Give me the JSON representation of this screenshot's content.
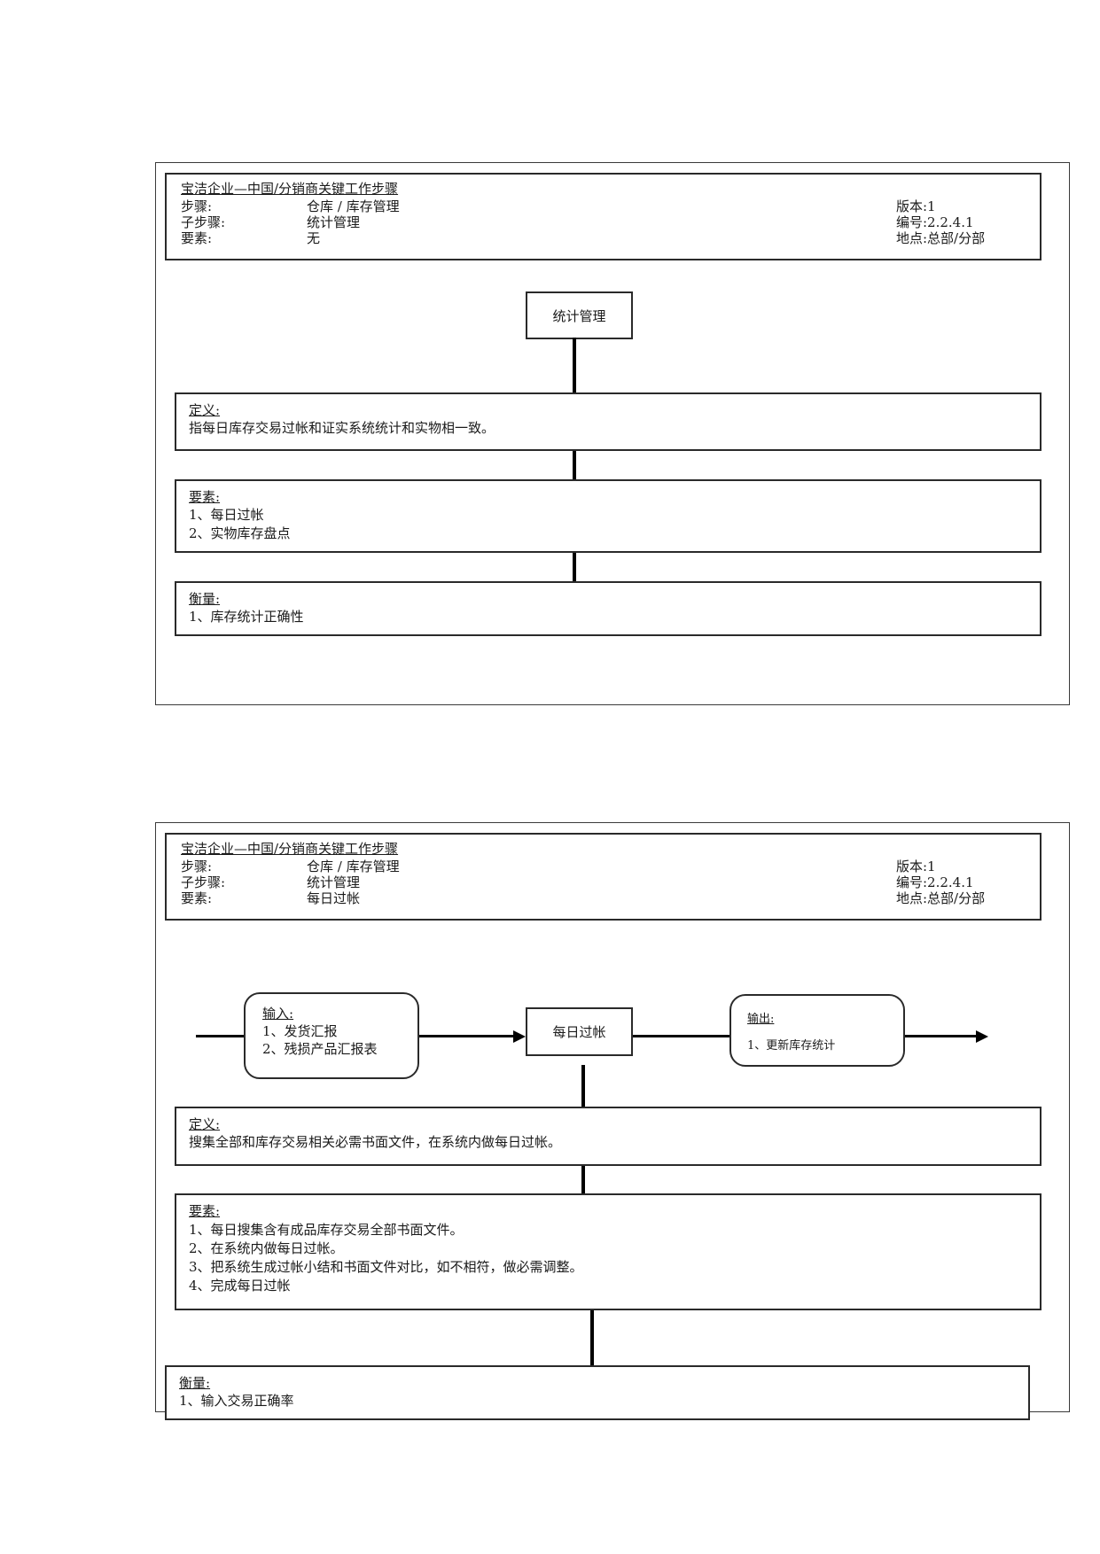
{
  "sheet1": {
    "header": {
      "title": "宝洁企业—中国/分销商关键工作步骤",
      "step_label": "步骤:",
      "step_value": "仓库 / 库存管理",
      "substep_label": "子步骤:",
      "substep_value": "统计管理",
      "element_label": "要素:",
      "element_value": "无",
      "version": "版本:1",
      "code": "编号:2.2.4.1",
      "location": "地点:总部/分部"
    },
    "node_label": "统计管理",
    "definition": {
      "title": "定义:",
      "lines": [
        "指每日库存交易过帐和证实系统统计和实物相一致。"
      ]
    },
    "elements": {
      "title": "要素:",
      "lines": [
        "1、每日过帐",
        "2、实物库存盘点"
      ]
    },
    "measure": {
      "title": "衡量:",
      "lines": [
        "1、库存统计正确性"
      ]
    }
  },
  "sheet2": {
    "header": {
      "title": "宝洁企业—中国/分销商关键工作步骤",
      "step_label": "步骤:",
      "step_value": "仓库 / 库存管理",
      "substep_label": "子步骤:",
      "substep_value": "统计管理",
      "element_label": "要素:",
      "element_value": "每日过帐",
      "version": "版本:1",
      "code": "编号:2.2.4.1",
      "location": "地点:总部/分部"
    },
    "input": {
      "title": "输入:",
      "lines": [
        "1、发货汇报",
        "2、残损产品汇报表"
      ]
    },
    "node_label": "每日过帐",
    "output": {
      "title": "输出:",
      "lines": [
        "1、更新库存统计"
      ]
    },
    "definition": {
      "title": "定义:",
      "lines": [
        "搜集全部和库存交易相关必需书面文件，在系统内做每日过帐。"
      ]
    },
    "elements": {
      "title": "要素:",
      "lines": [
        "1、每日搜集含有成品库存交易全部书面文件。",
        "2、在系统内做每日过帐。",
        "3、把系统生成过帐小结和书面文件对比，如不相符，做必需调整。",
        "4、完成每日过帐"
      ]
    },
    "measure": {
      "title": "衡量:",
      "lines": [
        "1、输入交易正确率"
      ]
    }
  }
}
